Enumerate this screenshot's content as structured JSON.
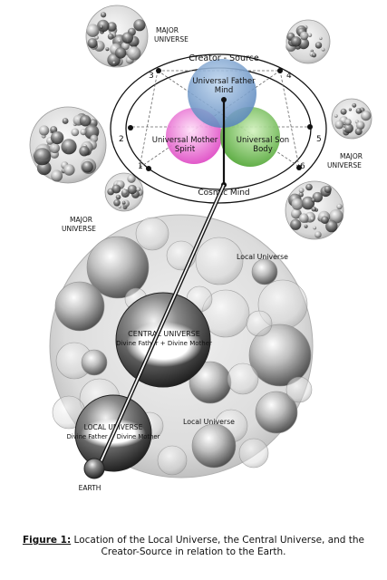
{
  "creator_source": "Creator - Source",
  "cosmic_mind": "Cosmic Mind",
  "father": [
    "Universal Father",
    "Mind"
  ],
  "mother": [
    "Universal Mother",
    "Spirit"
  ],
  "son": [
    "Universal Son",
    "Body"
  ],
  "numbers": [
    "1",
    "2",
    "3",
    "4",
    "5",
    "6"
  ],
  "major_universe": [
    "MAJOR",
    "UNIVERSE"
  ],
  "central_universe": [
    "CENTRAL UNIVERSE",
    "Divine Father + Divine Mother"
  ],
  "local_universe_main": [
    "LOCAL UNIVERSE",
    "Divine Father + Divine Mother"
  ],
  "local_universe_small": "Local Universe",
  "earth": "EARTH",
  "caption": {
    "label": "Figure 1:",
    "text": " Location of the Local Universe, the Central Universe, and the Creator-Source in relation to the Earth."
  },
  "colors": {
    "father": "#6f9ac8",
    "mother": "#e455c9",
    "son": "#58b43a"
  }
}
